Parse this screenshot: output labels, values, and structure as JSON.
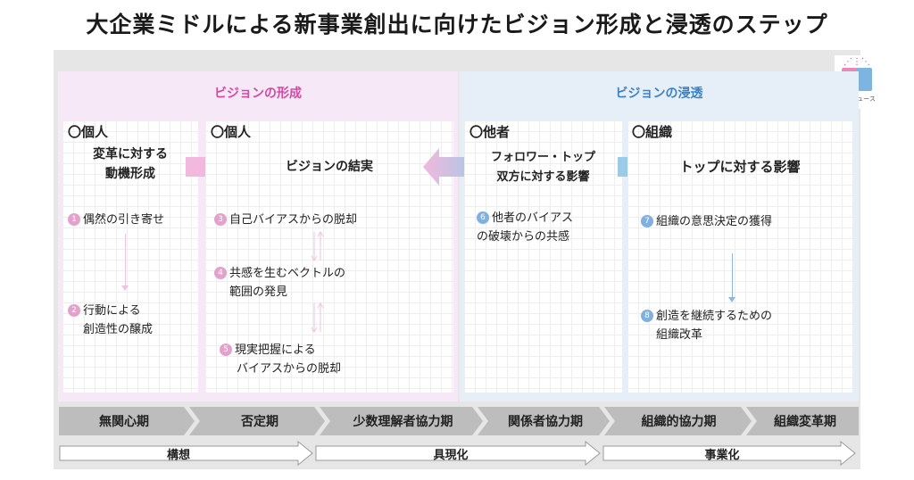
{
  "title": "大企業ミドルによる新事業創出に向けたビジョン形成と浸透のステップ",
  "logo": {
    "text": "論文ニュース"
  },
  "panels": {
    "formation": "ビジョンの形成",
    "penetration": "ビジョンの浸透"
  },
  "columns": [
    {
      "head": "〇個人",
      "subtitle_1": "変革に対する",
      "subtitle_2": "動機形成",
      "items": [
        {
          "num": "1",
          "line1": "偶然の引き寄せ",
          "line2": ""
        },
        {
          "num": "2",
          "line1": "行動による",
          "line2": "創造性の醸成"
        }
      ]
    },
    {
      "head": "〇個人",
      "subtitle_1": "ビジョンの結実",
      "subtitle_2": "",
      "items": [
        {
          "num": "3",
          "line1": "自己バイアスからの脱却",
          "line2": ""
        },
        {
          "num": "4",
          "line1": "共感を生むベクトルの",
          "line2": "範囲の発見"
        },
        {
          "num": "5",
          "line1": "現実把握による",
          "line2": "バイアスからの脱却"
        }
      ]
    },
    {
      "head": "〇他者",
      "subtitle_1": "フォロワー・トップ",
      "subtitle_2": "双方に対する影響",
      "items": [
        {
          "num": "6",
          "line1": "他者のバイアス",
          "line2": "の破壊からの共感"
        }
      ]
    },
    {
      "head": "〇組織",
      "subtitle_1": "トップに対する影響",
      "subtitle_2": "",
      "items": [
        {
          "num": "7",
          "line1": "組織の意思決定の獲得",
          "line2": ""
        },
        {
          "num": "8",
          "line1": "創造を継続するための",
          "line2": "組織改革"
        }
      ]
    }
  ],
  "phases": [
    "無関心期",
    "否定期",
    "少数理解者協力期",
    "関係者協力期",
    "組織的協力期",
    "組織変革期"
  ],
  "stages": [
    "構想",
    "具現化",
    "事業化"
  ],
  "colors": {
    "pink_accent": "#d24aa4",
    "blue_accent": "#3a82c4",
    "pink_arrow": "#f2b8dd",
    "blue_arrow": "#9ccbe8",
    "phase_bar": "#bdbdbd"
  }
}
